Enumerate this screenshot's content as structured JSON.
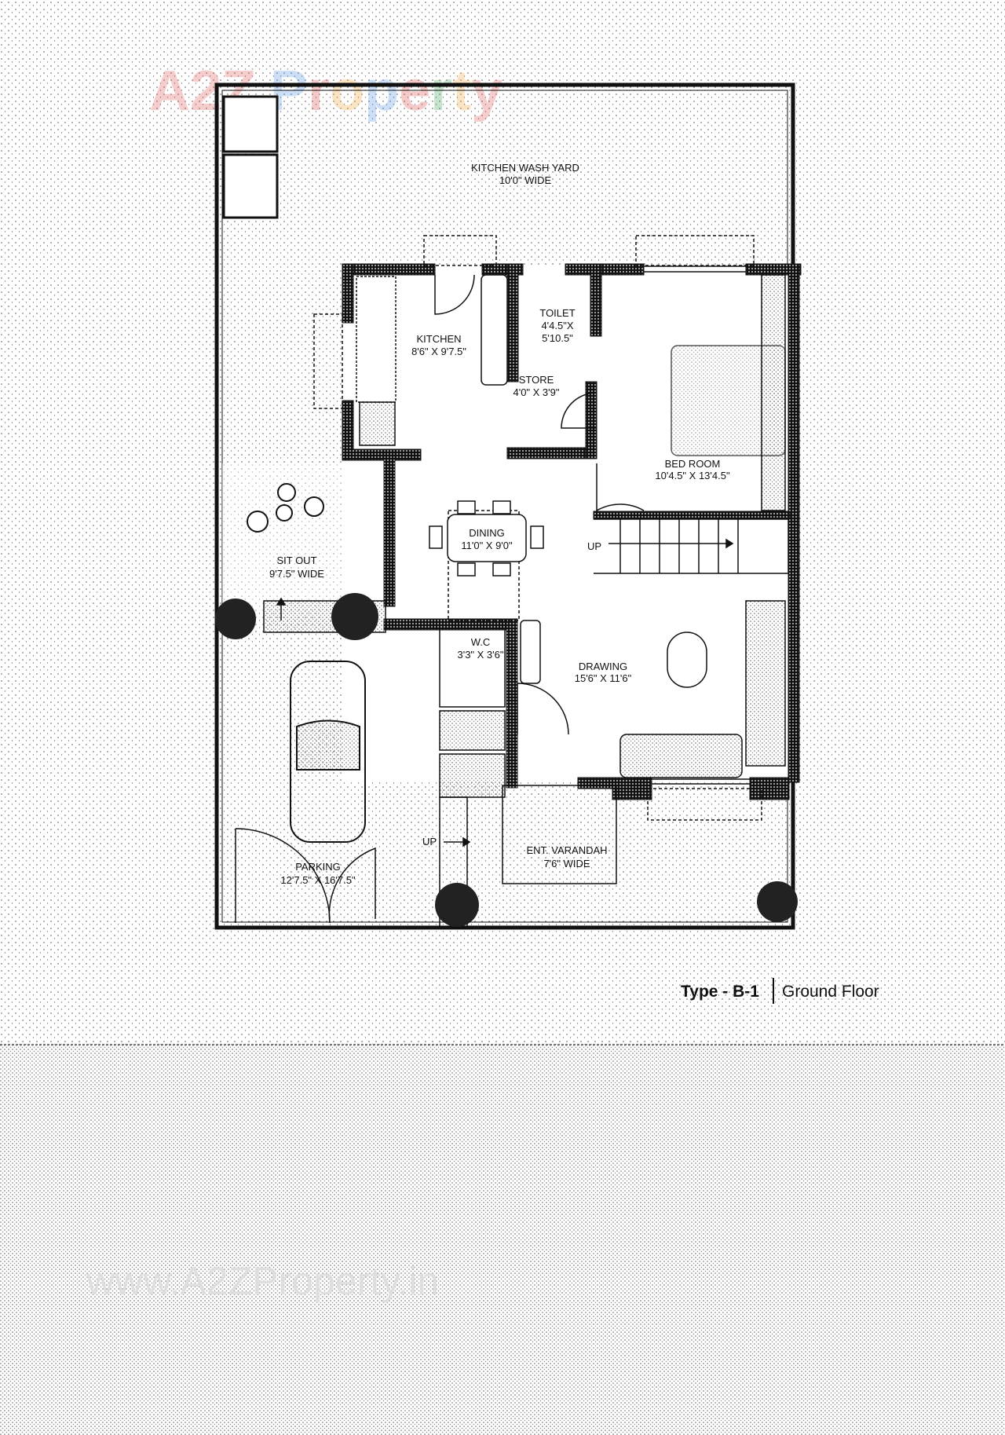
{
  "watermark_top": {
    "text": "A2Z Property",
    "colors": [
      "#e05050",
      "#e05050",
      "#e05050",
      "#4a8fe0",
      "#e04040",
      "#f0a030",
      "#4a8fe0",
      "#e04040",
      "#30a050",
      "#f0a030"
    ]
  },
  "watermark_bottom": "www.A2ZProperty.in",
  "caption": {
    "type": "Type - B-1",
    "floor": "Ground Floor"
  },
  "rooms": {
    "wash_yard": {
      "name": "KITCHEN WASH YARD",
      "size": "10'0\" WIDE"
    },
    "kitchen": {
      "name": "KITCHEN",
      "size": "8'6\" X 9'7.5\""
    },
    "toilet": {
      "name": "TOILET",
      "size1": "4'4.5\"X",
      "size2": "5'10.5\""
    },
    "store": {
      "name": "STORE",
      "size": "4'0\" X 3'9\""
    },
    "bedroom": {
      "name": "BED ROOM",
      "size": "10'4.5\" X 13'4.5\""
    },
    "dining": {
      "name": "DINING",
      "size": "11'0\" X 9'0\""
    },
    "sitout": {
      "name": "SIT OUT",
      "size": "9'7.5\" WIDE"
    },
    "wc": {
      "name": "W.C",
      "size": "3'3\" X 3'6\""
    },
    "drawing": {
      "name": "DRAWING",
      "size": "15'6\" X 11'6\""
    },
    "parking": {
      "name": "PARKING",
      "size": "12'7.5\" X 16'7.5\""
    },
    "varandah": {
      "name": "ENT. VARANDAH",
      "size": "7'6\" WIDE"
    }
  },
  "up_labels": [
    "UP",
    "UP"
  ]
}
